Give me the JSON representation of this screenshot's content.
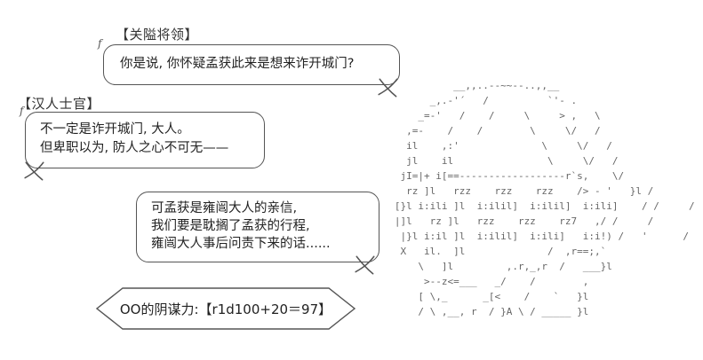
{
  "scene": {
    "kind": "ascii-art dialogue scene",
    "background": "#ffffff"
  },
  "colors": {
    "ink": "#222222",
    "border": "#555555",
    "aa_ink": "#666666",
    "background": "#ffffff"
  },
  "decor": {
    "corner_mark": "f"
  },
  "bubbles": [
    {
      "speaker": "【关隘将领】",
      "lines": [
        "你是说, 你怀疑孟获此来是想来诈开城门?"
      ],
      "tail": "bottom-right"
    },
    {
      "speaker": "【汉人士官】",
      "lines": [
        "不一定是诈开城门, 大人。",
        "但卑职以为, 防人之心不可无——"
      ],
      "tail": "bottom-left"
    },
    {
      "speaker": "",
      "lines": [
        "可孟获是雍闿大人的亲信,",
        "我们要是耽搁了孟获的行程,",
        "雍闿大人事后问责下来的话......"
      ],
      "tail": "bottom-right"
    },
    {
      "speaker": "",
      "shape": "hexagon",
      "lines": [
        "OO的阴谋力:【r1d100+20＝97】"
      ],
      "tail": "none"
    }
  ],
  "ascii_art": {
    "description": "armored-warrior-with-banner-ascii-art",
    "text": "             __,,..--~~--..,,__\n         _,.-'´   /          `'- .\n       _=-'   /    /     \\     > ,   \\\n     ,=-    /    /        \\     \\/   /\n     il    ,:'              \\     \\/   /\n     jl    il                \\     \\/   /\n    jI=|+ i[==------------------r`s,    \\/\n     rz ]l   rzz    rzz    rzz    /> - '   }l /\n   [}l i:ili ]l  i:ilil]  i:ilil]  i:ili]    / /     /\n   |]l   rz ]l   rzz    rzz    rz7   ,/ /     /\n    |}l i:il ]l  i:ilil]  i:ili]   i:i!) /   '      /\n    X   il.  ]l              /  ,r==;,`\n       \\   ]l         ,.r,_,r  /   ___}l\n        >--z<=___   _/    /        ,\n       [ \\,_      _[<    /    `   }l\n       / \\ ,__, r  / }A \\ / _____ }l"
  }
}
